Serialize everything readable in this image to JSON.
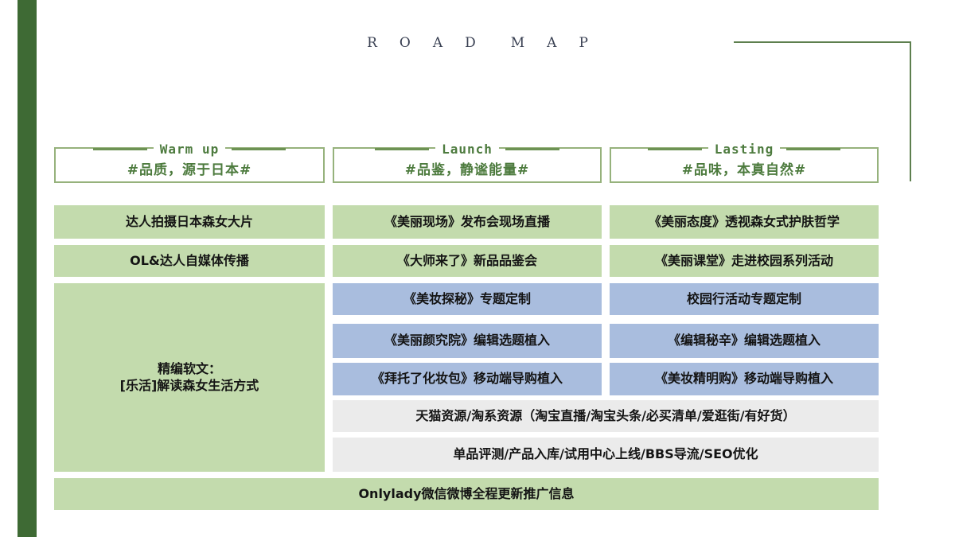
{
  "header": {
    "title_words": [
      "ROAD",
      "MAP"
    ]
  },
  "phases": [
    {
      "name": "Warm up",
      "tagline": "#品质，源于日本#"
    },
    {
      "name": "Launch",
      "tagline": "#品鉴，静谧能量#"
    },
    {
      "name": "Lasting",
      "tagline": "#品味，本真自然#"
    }
  ],
  "warmup": {
    "items": [
      "达人拍摄日本森女大片",
      "OL&达人自媒体传播"
    ],
    "feature": {
      "line1": "精编软文：",
      "line2": "[乐活]解读森女生活方式"
    }
  },
  "launch": {
    "green_items": [
      "《美丽现场》发布会现场直播",
      "《大师来了》新品品鉴会"
    ],
    "blue_items": [
      "《美妆探秘》专题定制",
      "《美丽颜究院》编辑选题植入",
      "《拜托了化妆包》移动端导购植入"
    ]
  },
  "lasting": {
    "green_items": [
      "《美丽态度》透视森女式护肤哲学",
      "《美丽课堂》走进校园系列活动"
    ],
    "blue_items": [
      "校园行活动专题定制",
      "《编辑秘辛》编辑选题植入",
      "《美妆精明购》移动端导购植入"
    ]
  },
  "shared_gray_items": [
    "天猫资源/淘系资源（淘宝直播/淘宝头条/必买清单/爱逛街/有好货）",
    "单品评测/产品入库/试用中心上线/BBS导流/SEO优化"
  ],
  "footer_banner": "Onlylady微信微博全程更新推广信息",
  "colors": {
    "accent_dark_green": "#3e6a34",
    "cell_green": "#c3dbad",
    "cell_blue": "#a9bdde",
    "cell_gray": "#ebebeb",
    "phase_text_green": "#4d7b3e",
    "phase_border_green": "#96b27c",
    "corner_line_green": "#5d7f4e",
    "title_text": "#3b4254",
    "body_text": "#141414"
  }
}
